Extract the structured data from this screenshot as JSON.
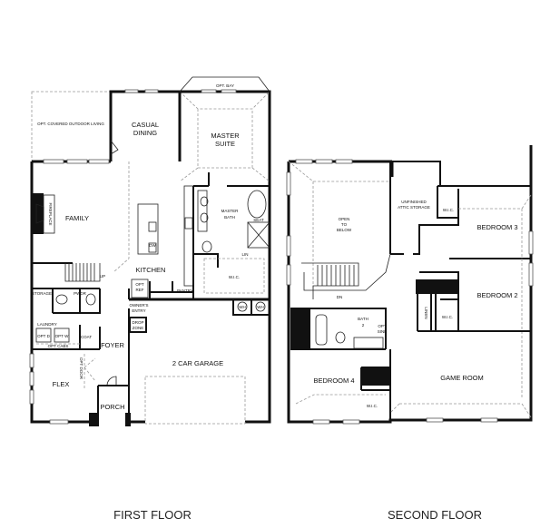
{
  "first_floor": {
    "title": "FIRST FLOOR",
    "rooms": {
      "outdoor": "OPT. COVERED OUTDOOR LIVING",
      "casual_dining_1": "CASUAL",
      "casual_dining_2": "DINING",
      "opt_bay": "OPT. BAY",
      "master_suite_1": "MASTER",
      "master_suite_2": "SUITE",
      "fireplace": "FIREPLACE",
      "family": "FAMILY",
      "master_bath_1": "MASTER",
      "master_bath_2": "BATH",
      "seat": "SEAT",
      "dw": "DW",
      "lin": "LIN",
      "up": "UP",
      "kitchen": "KITCHEN",
      "wic": "W.I.C.",
      "storage": "STORAGE",
      "pwdr": "PWDR",
      "opt_ref_1": "OPT",
      "opt_ref_2": "REF",
      "pantry": "PANTRY",
      "wh1": "WH",
      "wh2": "WH",
      "owners_entry_1": "OWNER'S",
      "owners_entry_2": "ENTRY",
      "drop_zone_1": "DROP",
      "drop_zone_2": "ZONE",
      "laundry": "LAUNDRY",
      "opt_d": "OPT D",
      "opt_w": "OPT W",
      "coat": "COAT",
      "opt_cabs": "OPT CABS",
      "foyer": "FOYER",
      "opt_door": "OPT DOOR",
      "garage": "2 CAR GARAGE",
      "flex": "FLEX",
      "porch": "PORCH"
    }
  },
  "second_floor": {
    "title": "SECOND FLOOR",
    "rooms": {
      "open_below_1": "OPEN",
      "open_below_2": "TO",
      "open_below_3": "BELOW",
      "attic_1": "UNFINISHED",
      "attic_2": "ATTIC STORAGE",
      "wic_3": "W.I.C.",
      "bedroom3": "BEDROOM 3",
      "bedroom2": "BEDROOM 2",
      "dn": "DN",
      "linen": "LINEN",
      "wic_2": "W.I.C.",
      "bath2_1": "BATH",
      "bath2_2": "2",
      "opt_sink_1": "OPT",
      "opt_sink_2": "SINK",
      "bedroom4": "BEDROOM 4",
      "game_room": "GAME ROOM",
      "wic_4": "W.I.C."
    }
  }
}
